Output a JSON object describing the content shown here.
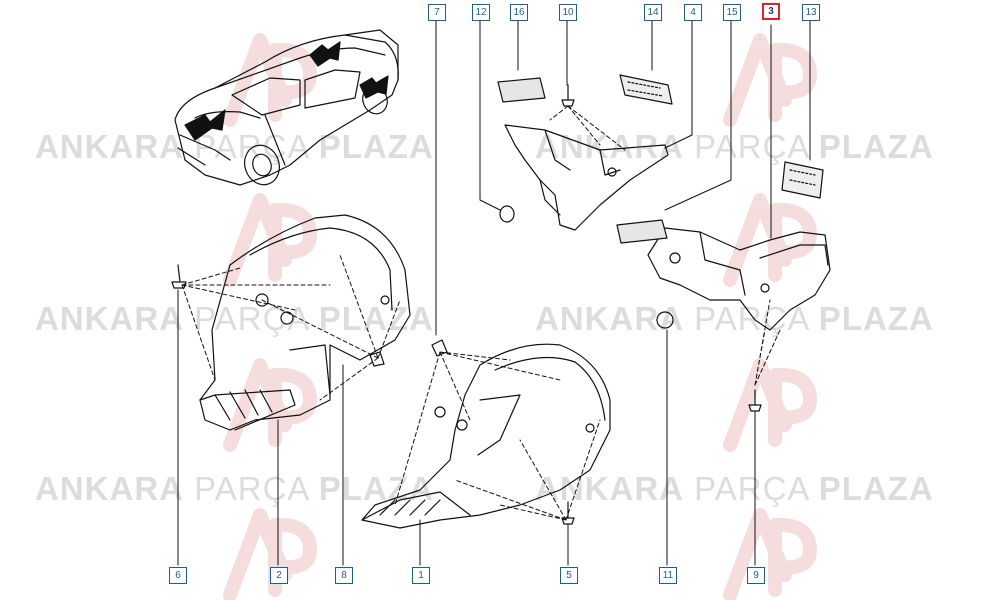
{
  "watermark": {
    "part1": "ANKARA",
    "part2": "PARÇA",
    "part3": "PLAZA",
    "color": "#dcdcdc",
    "logo_color": "#f2d6d6"
  },
  "callouts": {
    "c7": "7",
    "c12": "12",
    "c16": "16",
    "c10": "10",
    "c14": "14",
    "c4": "4",
    "c15": "15",
    "c3": "3",
    "c13": "13",
    "c6": "6",
    "c2": "2",
    "c8": "8",
    "c1": "1",
    "c5": "5",
    "c11": "11",
    "c9": "9"
  },
  "highlight_color": "#e0202a",
  "callout_color": "#1f5f8b"
}
